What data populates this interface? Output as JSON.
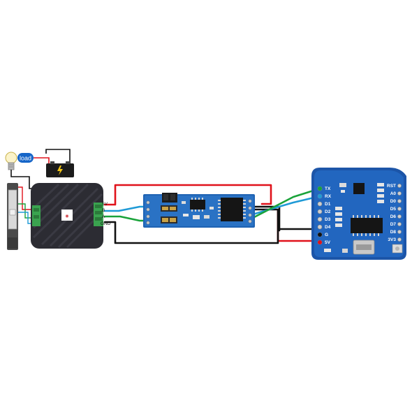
{
  "load_label": "load",
  "meter": {
    "terminal_labels": [
      "5V",
      "B",
      "A",
      "GND"
    ]
  },
  "wemos": {
    "left_pins": [
      "TX",
      "RX",
      "D1",
      "D2",
      "D3",
      "D4",
      "G",
      "5V"
    ],
    "right_pins": [
      "RST",
      "A0",
      "D0",
      "D5",
      "D6",
      "D7",
      "D8",
      "3V3"
    ]
  },
  "wire_colors": {
    "red": "#e0121b",
    "black": "#111111",
    "blue": "#1f9ad6",
    "green": "#1aa33a"
  }
}
